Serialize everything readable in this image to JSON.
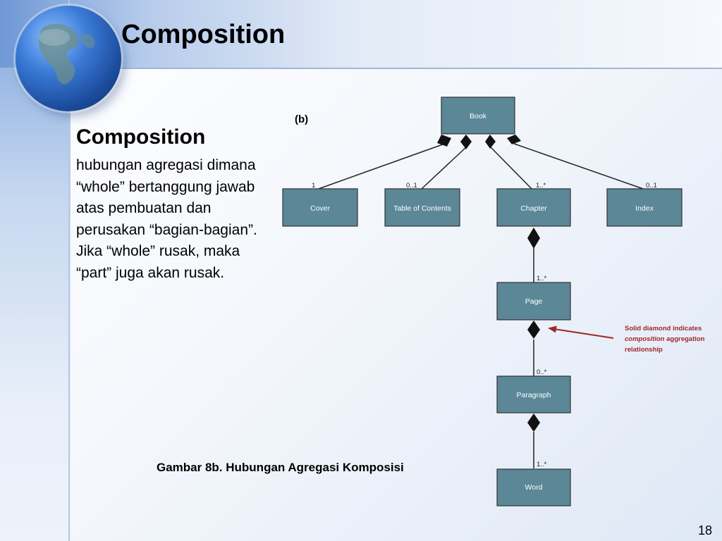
{
  "slide": {
    "title": "Composition",
    "subtitle": "Composition",
    "body": "hubungan agregasi dimana “whole” bertanggung jawab atas pembuatan dan perusakan “bagian-bagian”. Jika “whole” rusak, maka “part” juga akan rusak.",
    "caption": "Gambar 8b. Hubungan Agregasi Komposisi",
    "page_number": "18"
  },
  "diagram": {
    "label": "(b)",
    "box_fill": "#5b8797",
    "line_color": "#222222",
    "nodes": {
      "book": "Book",
      "cover": "Cover",
      "toc": "Table of Contents",
      "chapter": "Chapter",
      "index": "Index",
      "page": "Page",
      "paragraph": "Paragraph",
      "word": "Word"
    },
    "multiplicities": {
      "cover": "1",
      "toc": "0..1",
      "chapter": "1..*",
      "index": "0..1",
      "page": "1..*",
      "paragraph": "0..*",
      "word": "1..*"
    },
    "note": {
      "line1": "Solid diamond indicates",
      "line2_italic": "composition",
      "line2_rest": " aggregation",
      "line3": "relationship",
      "color": "#a0262a"
    }
  }
}
